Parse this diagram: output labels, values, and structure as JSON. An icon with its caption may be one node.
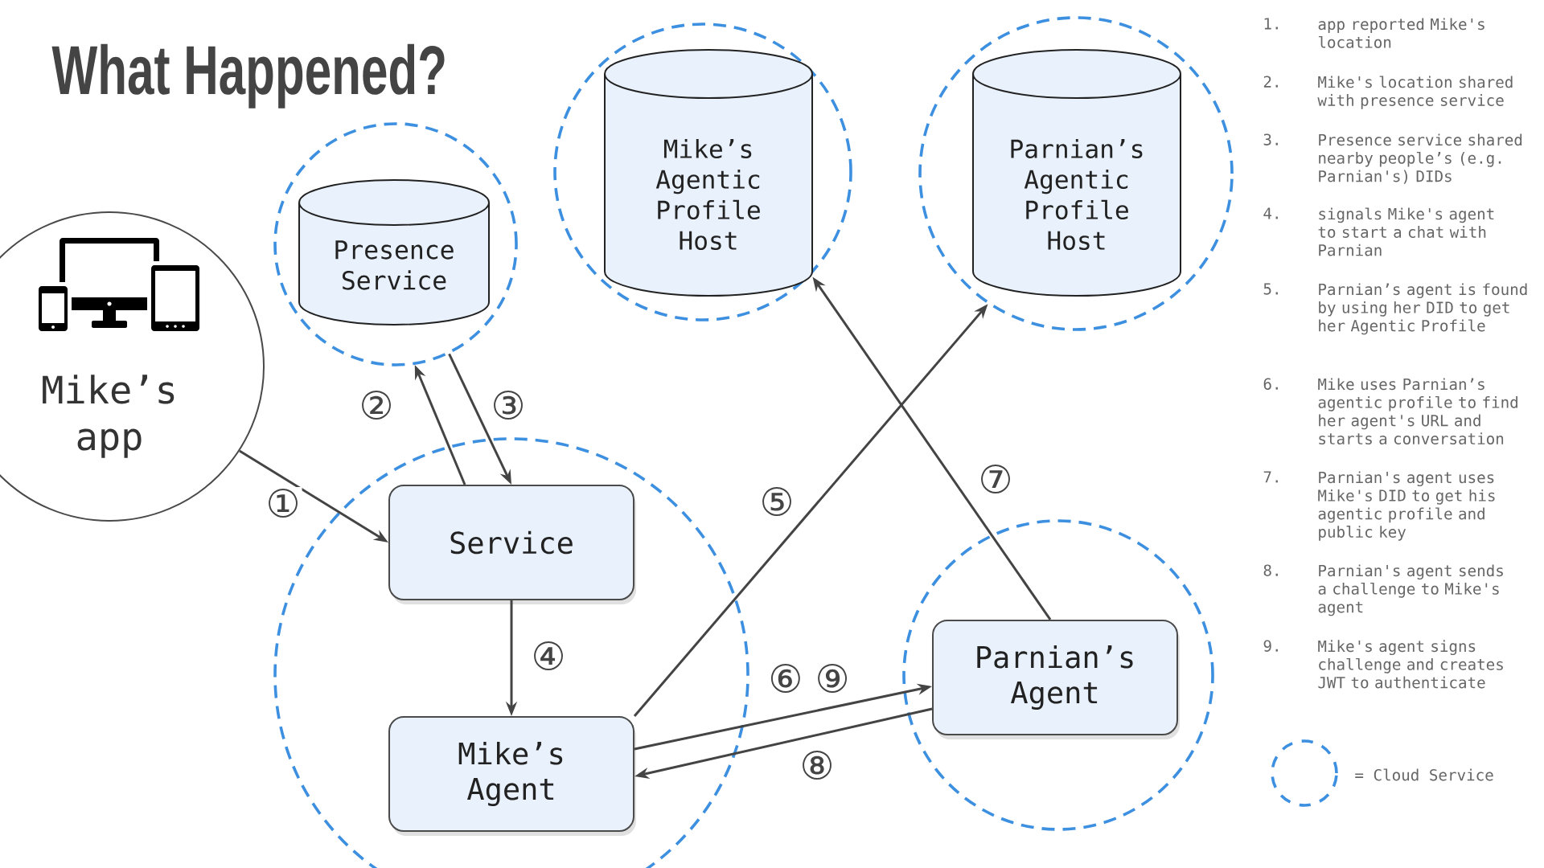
{
  "diagram": {
    "title": "What Happened?",
    "nodes": [
      {
        "text": [
          "Mike’s app"
        ]
      },
      {
        "text": [],
        "shape": "circle"
      },
      {
        "text": [
          "Presence Service"
        ],
        "in": 1
      },
      {
        "text": [],
        "shape": "circle"
      },
      {
        "text": [
          "Mike’s Agentic Profile Host"
        ],
        "in": 3
      },
      {
        "text": [],
        "shape": "circle"
      },
      {
        "text": [
          "Parnian’s Agentic Profile Host"
        ],
        "in": 5
      },
      {
        "text": [],
        "shape": "circle"
      },
      {
        "text": [
          "Service"
        ],
        "in": 7
      },
      {
        "text": [
          "Mike’s Agent"
        ],
        "in": 7
      },
      {
        "text": [],
        "shape": "circle"
      },
      {
        "text": [
          "Parnian’s Agent"
        ],
        "in": 10
      }
    ],
    "edges": [
      {
        "from": 0,
        "to": 8,
        "arrow": "to",
        "label": "①"
      },
      {
        "from": 8,
        "to": 1,
        "arrow": "to",
        "label": "②"
      },
      {
        "from": 1,
        "to": 8,
        "arrow": "to",
        "label": "③"
      },
      {
        "from": 8,
        "to": 9,
        "arrow": "to",
        "label": "④"
      },
      {
        "from": 9,
        "to": 5,
        "arrow": "to",
        "label": "⑤"
      },
      {
        "from": 9,
        "to": 11,
        "arrow": "to",
        "label": "⑥ ⑨"
      },
      {
        "from": 11,
        "to": 4,
        "arrow": "to",
        "label": "⑦"
      },
      {
        "from": 11,
        "to": 9,
        "arrow": "to",
        "label": "⑧"
      }
    ],
    "labels": [
      "1.",
      "app reported Mike's location",
      "2.",
      "Mike's location shared with presence service",
      "3.",
      "Presence service shared nearby people’s (e.g. Parnian's) DIDs",
      "4.",
      "signals Mike's agent to start a chat with Parnian",
      "5.",
      "Parnian’s agent is found by using her DID to get her Agentic Profile",
      "6.",
      "Mike uses Parnian’s agentic profile to find her agent's URL and starts a conversation",
      "7.",
      "Parnian's agent uses Mike's DID to get his agentic profile and public key",
      "8.",
      "Parnian's agent sends a challenge to Mike's agent",
      "9.",
      "Mike's agent signs challenge and creates JWT to authenticate"
    ],
    "legend": [
      {
        "text": "= Cloud Service"
      }
    ]
  }
}
